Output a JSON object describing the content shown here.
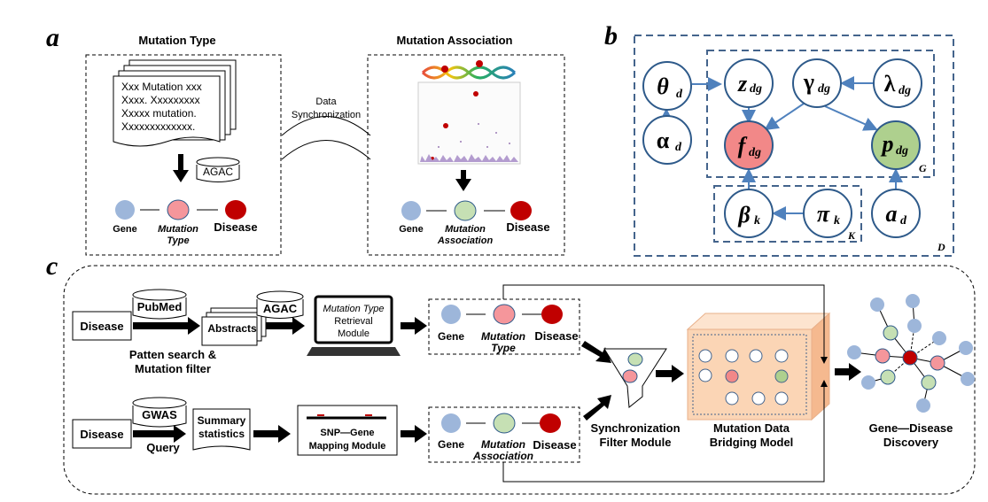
{
  "panel_a": {
    "letter": "a",
    "left_title": "Mutation Type",
    "right_title": "Mutation Association",
    "doc_lines": [
      "Xxx Mutation xxx",
      "Xxxx. Xxxxxxxxx",
      "Xxxxx mutation.",
      "Xxxxxxxxxxxxx."
    ],
    "agac": "AGAC",
    "sync_line1": "Data",
    "sync_line2": "Synchronization",
    "gene": "Gene",
    "disease": "Disease",
    "mut_type_1": "Mutation",
    "mut_type_2": "Type",
    "mut_assoc_1": "Mutation",
    "mut_assoc_2": "Association"
  },
  "panel_b": {
    "letter": "b",
    "nodes": {
      "theta": {
        "sym": "θ",
        "sub": "d"
      },
      "alpha": {
        "sym": "α",
        "sub": "d"
      },
      "z": {
        "sym": "z",
        "sub": "dg"
      },
      "gamma": {
        "sym": "γ",
        "sub": "dg"
      },
      "lambda": {
        "sym": "λ",
        "sub": "dg"
      },
      "f": {
        "sym": "f",
        "sub": "dg"
      },
      "p": {
        "sym": "p",
        "sub": "dg"
      },
      "beta": {
        "sym": "β",
        "sub": "k"
      },
      "pi": {
        "sym": "π",
        "sub": "k"
      },
      "a": {
        "sym": "a",
        "sub": "d"
      }
    },
    "plate_g": "G",
    "plate_k": "K",
    "plate_d": "D"
  },
  "panel_c": {
    "letter": "c",
    "disease": "Disease",
    "pubmed": "PubMed",
    "abstracts": "Abstracts",
    "agac": "AGAC",
    "patten1": "Patten search &",
    "patten2": "Mutation filter",
    "retrieval1": "Mutation Type",
    "retrieval2": "Retrieval",
    "retrieval3": "Module",
    "gwas": "GWAS",
    "query": "Query",
    "summary1": "Summary",
    "summary2": "statistics",
    "snp1": "SNP—Gene",
    "snp2": "Mapping Module",
    "gene": "Gene",
    "mut_type_1": "Mutation",
    "mut_type_2": "Type",
    "mut_assoc_1": "Mutation",
    "mut_assoc_2": "Association",
    "sync1": "Synchronization",
    "sync2": "Filter Module",
    "bridge1": "Mutation Data",
    "bridge2": "Bridging Model",
    "disc1": "Gene—Disease",
    "disc2": "Discovery"
  },
  "colors": {
    "gene": "#9db6da",
    "mutation_type": "#f5969b",
    "mutation_association": "#c6e0b4",
    "disease": "#c00000",
    "node_border": "#2e5a8a",
    "plate": "#44648c",
    "arrow": "#4f81bd",
    "f_node": "#f28888",
    "p_node": "#aed08e",
    "cube": "#fbd5b5"
  }
}
